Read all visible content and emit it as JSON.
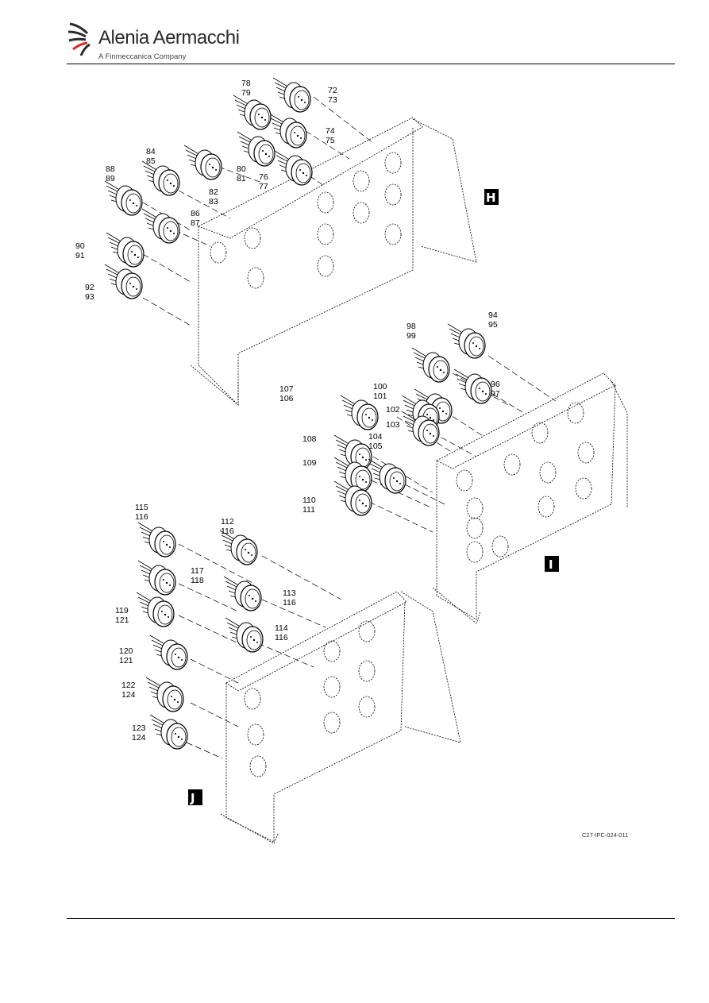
{
  "header": {
    "company_name": "Alenia Aermacchi",
    "company_subtitle": "A Finmeccanica Company"
  },
  "figure": {
    "figure_id": "C27-IPC-024-011",
    "views": [
      {
        "letter": "H",
        "callouts": [
          "72",
          "73",
          "74",
          "75",
          "76",
          "77",
          "78",
          "79",
          "80",
          "81",
          "82",
          "83",
          "84",
          "85",
          "86",
          "87",
          "88",
          "89",
          "90",
          "91",
          "92",
          "93"
        ]
      },
      {
        "letter": "I",
        "callouts": [
          "94",
          "95",
          "96",
          "97",
          "98",
          "99",
          "100",
          "101",
          "102",
          "103",
          "104",
          "105",
          "106",
          "107",
          "108",
          "109",
          "110",
          "111"
        ]
      },
      {
        "letter": "J",
        "callouts": [
          "112",
          "113",
          "114",
          "115",
          "116",
          "117",
          "118",
          "119",
          "120",
          "121",
          "122",
          "123",
          "124"
        ]
      }
    ]
  }
}
